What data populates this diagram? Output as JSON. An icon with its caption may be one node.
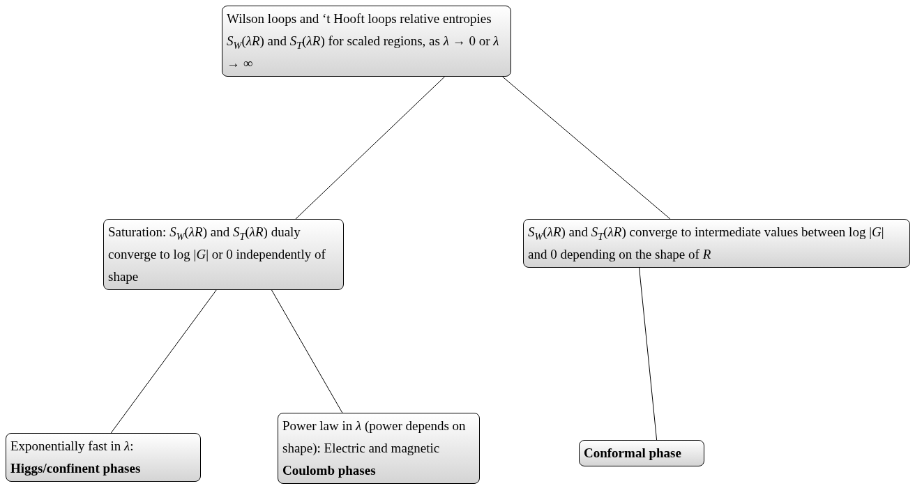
{
  "diagram": {
    "nodes": [
      {
        "text": [
          "Wilson loops and ‘t Hooft loops relative entropies *S*$_{W}$(*λR*) and *S*$_{T}$(*λR*) for scaled regions, as *λ* → 0 or *λ* → ∞"
        ]
      },
      {
        "text": [
          "Saturation: *S*$_{W}$(*λR*) and *S*$_{T}$(*λR*) dualy converge to log |*G*| or 0 independently of shape"
        ]
      },
      {
        "text": [
          "*S*$_{W}$(*λR*) and *S*$_{T}$(*λR*) converge to intermediate values between log |*G*| and 0 depending on the shape of *R*"
        ]
      },
      {
        "text": [
          "Exponentially fast in *λ*: **Higgs/confinent phases**"
        ]
      },
      {
        "text": [
          "Power law in *λ* (power depends on shape): Electric and magnetic **Coulomb phases**"
        ]
      },
      {
        "text": [
          "Conformal phase"
        ]
      }
    ],
    "edges": [
      {
        "from": 0,
        "to": 1,
        "arrow": "none"
      },
      {
        "from": 0,
        "to": 2,
        "arrow": "none"
      },
      {
        "from": 1,
        "to": 3,
        "arrow": "none"
      },
      {
        "from": 1,
        "to": 4,
        "arrow": "none"
      },
      {
        "from": 2,
        "to": 5,
        "arrow": "none"
      }
    ]
  }
}
